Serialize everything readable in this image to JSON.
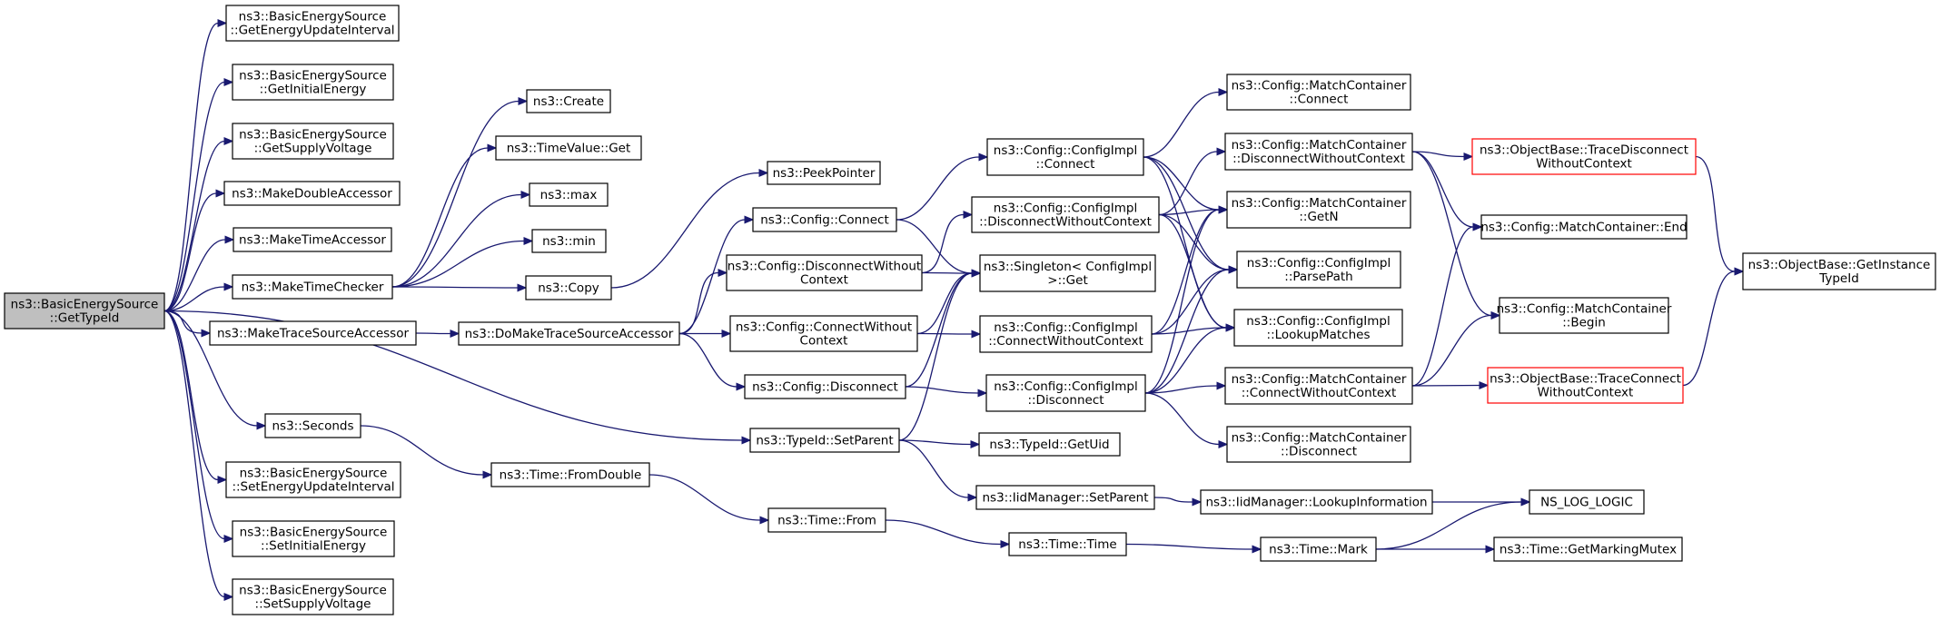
{
  "diagram": {
    "title": "",
    "nodes": [
      {
        "id": "root",
        "lines": [
          "ns3::BasicEnergySource",
          "::GetTypeId"
        ],
        "style": "root"
      },
      {
        "id": "n1",
        "lines": [
          "ns3::BasicEnergySource",
          "::GetEnergyUpdateInterval"
        ]
      },
      {
        "id": "n2",
        "lines": [
          "ns3::BasicEnergySource",
          "::GetInitialEnergy"
        ]
      },
      {
        "id": "n3",
        "lines": [
          "ns3::BasicEnergySource",
          "::GetSupplyVoltage"
        ]
      },
      {
        "id": "n4",
        "lines": [
          "ns3::MakeDoubleAccessor"
        ]
      },
      {
        "id": "n5",
        "lines": [
          "ns3::MakeTimeAccessor"
        ]
      },
      {
        "id": "n6",
        "lines": [
          "ns3::MakeTimeChecker"
        ]
      },
      {
        "id": "n7",
        "lines": [
          "ns3::MakeTraceSourceAccessor"
        ]
      },
      {
        "id": "n8",
        "lines": [
          "ns3::Seconds"
        ]
      },
      {
        "id": "n9",
        "lines": [
          "ns3::BasicEnergySource",
          "::SetEnergyUpdateInterval"
        ]
      },
      {
        "id": "n10",
        "lines": [
          "ns3::BasicEnergySource",
          "::SetInitialEnergy"
        ]
      },
      {
        "id": "n11",
        "lines": [
          "ns3::BasicEnergySource",
          "::SetSupplyVoltage"
        ]
      },
      {
        "id": "n12",
        "lines": [
          "ns3::Create"
        ]
      },
      {
        "id": "n13",
        "lines": [
          "ns3::TimeValue::Get"
        ]
      },
      {
        "id": "n14",
        "lines": [
          "ns3::max"
        ]
      },
      {
        "id": "n15",
        "lines": [
          "ns3::min"
        ]
      },
      {
        "id": "n16",
        "lines": [
          "ns3::Copy"
        ]
      },
      {
        "id": "n17",
        "lines": [
          "ns3::DoMakeTraceSourceAccessor"
        ]
      },
      {
        "id": "n18",
        "lines": [
          "ns3::PeekPointer"
        ]
      },
      {
        "id": "n19",
        "lines": [
          "ns3::Config::Connect"
        ]
      },
      {
        "id": "n20",
        "lines": [
          "ns3::Config::DisconnectWithout",
          "Context"
        ]
      },
      {
        "id": "n21",
        "lines": [
          "ns3::Config::ConnectWithout",
          "Context"
        ]
      },
      {
        "id": "n22",
        "lines": [
          "ns3::Config::Disconnect"
        ]
      },
      {
        "id": "n23",
        "lines": [
          "ns3::Singleton< ConfigImpl",
          " >::Get"
        ]
      },
      {
        "id": "n24",
        "lines": [
          "ns3::Config::ConfigImpl",
          "::Connect"
        ]
      },
      {
        "id": "n25",
        "lines": [
          "ns3::Config::ConfigImpl",
          "::DisconnectWithoutContext"
        ]
      },
      {
        "id": "n26",
        "lines": [
          "ns3::Config::ConfigImpl",
          "::ConnectWithoutContext"
        ]
      },
      {
        "id": "n27",
        "lines": [
          "ns3::Config::ConfigImpl",
          "::Disconnect"
        ]
      },
      {
        "id": "n28",
        "lines": [
          "ns3::Config::MatchContainer",
          "::Connect"
        ]
      },
      {
        "id": "n29",
        "lines": [
          "ns3::Config::MatchContainer",
          "::DisconnectWithoutContext"
        ]
      },
      {
        "id": "n30",
        "lines": [
          "ns3::Config::MatchContainer",
          "::GetN"
        ]
      },
      {
        "id": "n31",
        "lines": [
          "ns3::Config::ConfigImpl",
          "::ParsePath"
        ]
      },
      {
        "id": "n32",
        "lines": [
          "ns3::Config::ConfigImpl",
          "::LookupMatches"
        ]
      },
      {
        "id": "n33",
        "lines": [
          "ns3::Config::MatchContainer",
          "::ConnectWithoutContext"
        ]
      },
      {
        "id": "n34",
        "lines": [
          "ns3::Config::MatchContainer",
          "::Disconnect"
        ]
      },
      {
        "id": "n35",
        "lines": [
          "ns3::ObjectBase::TraceDisconnect",
          "WithoutContext"
        ],
        "style": "red"
      },
      {
        "id": "n36",
        "lines": [
          "ns3::Config::MatchContainer::End"
        ]
      },
      {
        "id": "n37",
        "lines": [
          "ns3::Config::MatchContainer",
          "::Begin"
        ]
      },
      {
        "id": "n38",
        "lines": [
          "ns3::ObjectBase::TraceConnect",
          "WithoutContext"
        ],
        "style": "red"
      },
      {
        "id": "n39",
        "lines": [
          "ns3::ObjectBase::GetInstance",
          "TypeId"
        ]
      },
      {
        "id": "n40",
        "lines": [
          "ns3::TypeId::SetParent"
        ]
      },
      {
        "id": "n41",
        "lines": [
          "ns3::TypeId::GetUid"
        ]
      },
      {
        "id": "n42",
        "lines": [
          "ns3::IidManager::SetParent"
        ]
      },
      {
        "id": "n43",
        "lines": [
          "ns3::IidManager::LookupInformation"
        ]
      },
      {
        "id": "n44",
        "lines": [
          "NS_LOG_LOGIC"
        ]
      },
      {
        "id": "n45",
        "lines": [
          "ns3::Time::FromDouble"
        ]
      },
      {
        "id": "n46",
        "lines": [
          "ns3::Time::From"
        ]
      },
      {
        "id": "n47",
        "lines": [
          "ns3::Time::Time"
        ]
      },
      {
        "id": "n48",
        "lines": [
          "ns3::Time::Mark"
        ]
      },
      {
        "id": "n49",
        "lines": [
          "ns3::Time::GetMarkingMutex"
        ]
      }
    ],
    "edges": [
      [
        "root",
        "n1"
      ],
      [
        "root",
        "n2"
      ],
      [
        "root",
        "n3"
      ],
      [
        "root",
        "n4"
      ],
      [
        "root",
        "n5"
      ],
      [
        "root",
        "n6"
      ],
      [
        "root",
        "n7"
      ],
      [
        "root",
        "n8"
      ],
      [
        "root",
        "n9"
      ],
      [
        "root",
        "n10"
      ],
      [
        "root",
        "n11"
      ],
      [
        "root",
        "n40"
      ],
      [
        "n6",
        "n12"
      ],
      [
        "n6",
        "n13"
      ],
      [
        "n6",
        "n14"
      ],
      [
        "n6",
        "n15"
      ],
      [
        "n6",
        "n16"
      ],
      [
        "n16",
        "n18"
      ],
      [
        "n7",
        "n17"
      ],
      [
        "n17",
        "n19"
      ],
      [
        "n17",
        "n20"
      ],
      [
        "n17",
        "n21"
      ],
      [
        "n17",
        "n22"
      ],
      [
        "n19",
        "n24"
      ],
      [
        "n19",
        "n23"
      ],
      [
        "n20",
        "n25"
      ],
      [
        "n20",
        "n23"
      ],
      [
        "n21",
        "n23"
      ],
      [
        "n21",
        "n26"
      ],
      [
        "n22",
        "n23"
      ],
      [
        "n22",
        "n27"
      ],
      [
        "n40",
        "n23"
      ],
      [
        "n40",
        "n41"
      ],
      [
        "n40",
        "n42"
      ],
      [
        "n24",
        "n28"
      ],
      [
        "n24",
        "n30"
      ],
      [
        "n24",
        "n31"
      ],
      [
        "n24",
        "n32"
      ],
      [
        "n25",
        "n29"
      ],
      [
        "n25",
        "n30"
      ],
      [
        "n25",
        "n31"
      ],
      [
        "n25",
        "n32"
      ],
      [
        "n26",
        "n30"
      ],
      [
        "n26",
        "n31"
      ],
      [
        "n26",
        "n32"
      ],
      [
        "n27",
        "n30"
      ],
      [
        "n27",
        "n31"
      ],
      [
        "n27",
        "n32"
      ],
      [
        "n27",
        "n33"
      ],
      [
        "n27",
        "n34"
      ],
      [
        "n29",
        "n35"
      ],
      [
        "n29",
        "n36"
      ],
      [
        "n29",
        "n37"
      ],
      [
        "n33",
        "n36"
      ],
      [
        "n33",
        "n37"
      ],
      [
        "n33",
        "n38"
      ],
      [
        "n35",
        "n39"
      ],
      [
        "n38",
        "n39"
      ],
      [
        "n42",
        "n43"
      ],
      [
        "n43",
        "n44"
      ],
      [
        "n8",
        "n45"
      ],
      [
        "n45",
        "n46"
      ],
      [
        "n46",
        "n47"
      ],
      [
        "n47",
        "n48"
      ],
      [
        "n48",
        "n44"
      ],
      [
        "n48",
        "n49"
      ]
    ]
  }
}
